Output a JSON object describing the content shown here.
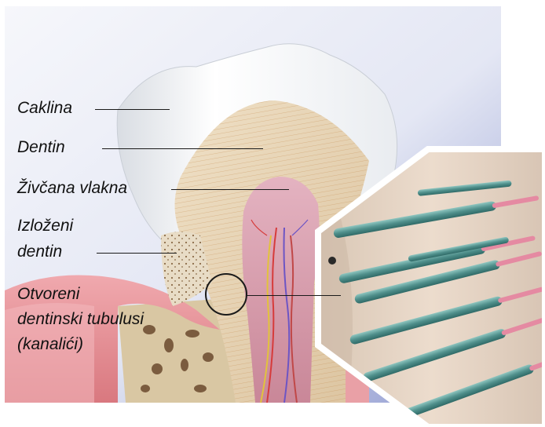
{
  "labels": {
    "enamel": "Caklina",
    "dentin": "Dentin",
    "nerve_fibers": "Živčana vlakna",
    "exposed_dentin_line1": "Izloženi",
    "exposed_dentin_line2": "dentin",
    "open_tubules_line1": "Otvoreni",
    "open_tubules_line2": "dentinski tubulusi",
    "open_tubules_line3": "(kanalići)"
  },
  "colors": {
    "enamel": "#f4f6f8",
    "dentin": "#e7d4b6",
    "dentin_lines": "#c58a4e",
    "pulp": "#d9a0b0",
    "gum": "#e7949a",
    "bone": "#d8c6a0",
    "tubule": "#5f9e9a",
    "nerve_end": "#e58aa2",
    "background_top": "#eef1f8",
    "background_right": "#8f9bd1"
  }
}
